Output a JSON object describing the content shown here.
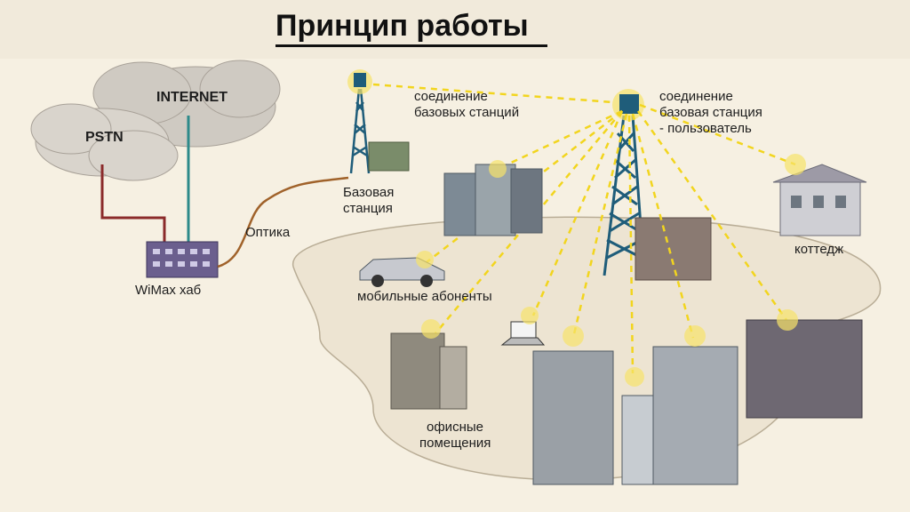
{
  "slide": {
    "title": "Принцип работы"
  },
  "diagram": {
    "clouds": {
      "internet": "INTERNET",
      "pstn": "PSTN"
    },
    "labels": {
      "wimax_hub": "WiMax хаб",
      "optics": "Оптика",
      "base_station_line1": "Базовая",
      "base_station_line2": "станция",
      "bs_link_line1": "соединение",
      "bs_link_line2": "базовых станций",
      "bs_user_line1": "соединение",
      "bs_user_line2": "базовая станция",
      "bs_user_line3": "- пользователь",
      "cottage": "коттедж",
      "mobile_subscribers": "мобильные абоненты",
      "offices_line1": "офисные",
      "offices_line2": "помещения"
    },
    "colors": {
      "beam": "#f2d51e",
      "tower": "#1f5d7a",
      "fiber": "#a0622a",
      "pstn_line": "#8b2a2a",
      "internet_line": "#2d8a8a",
      "hub": "#6b5f8e"
    }
  }
}
